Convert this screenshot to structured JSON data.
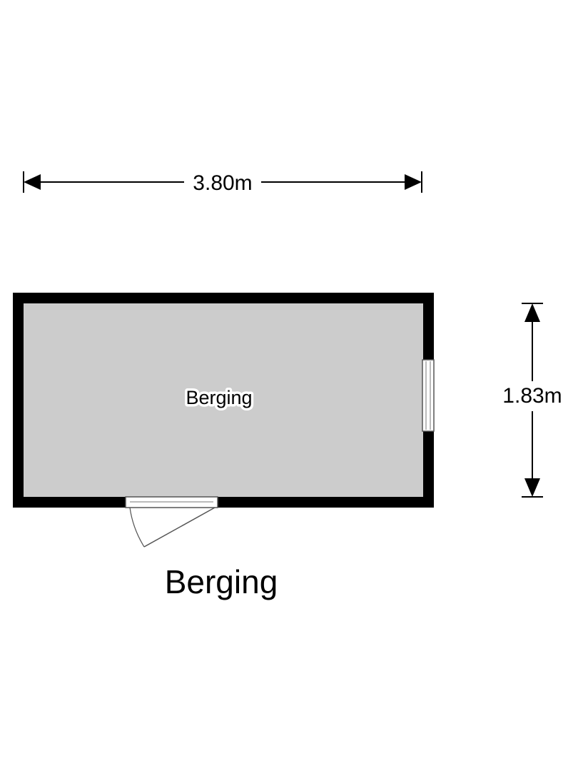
{
  "plan": {
    "width_label": "3.80m",
    "height_label": "1.83m",
    "room_name": "Berging",
    "title": "Berging"
  },
  "colors": {
    "wall": "#000000",
    "floor": "#cccccc",
    "background": "#ffffff"
  }
}
